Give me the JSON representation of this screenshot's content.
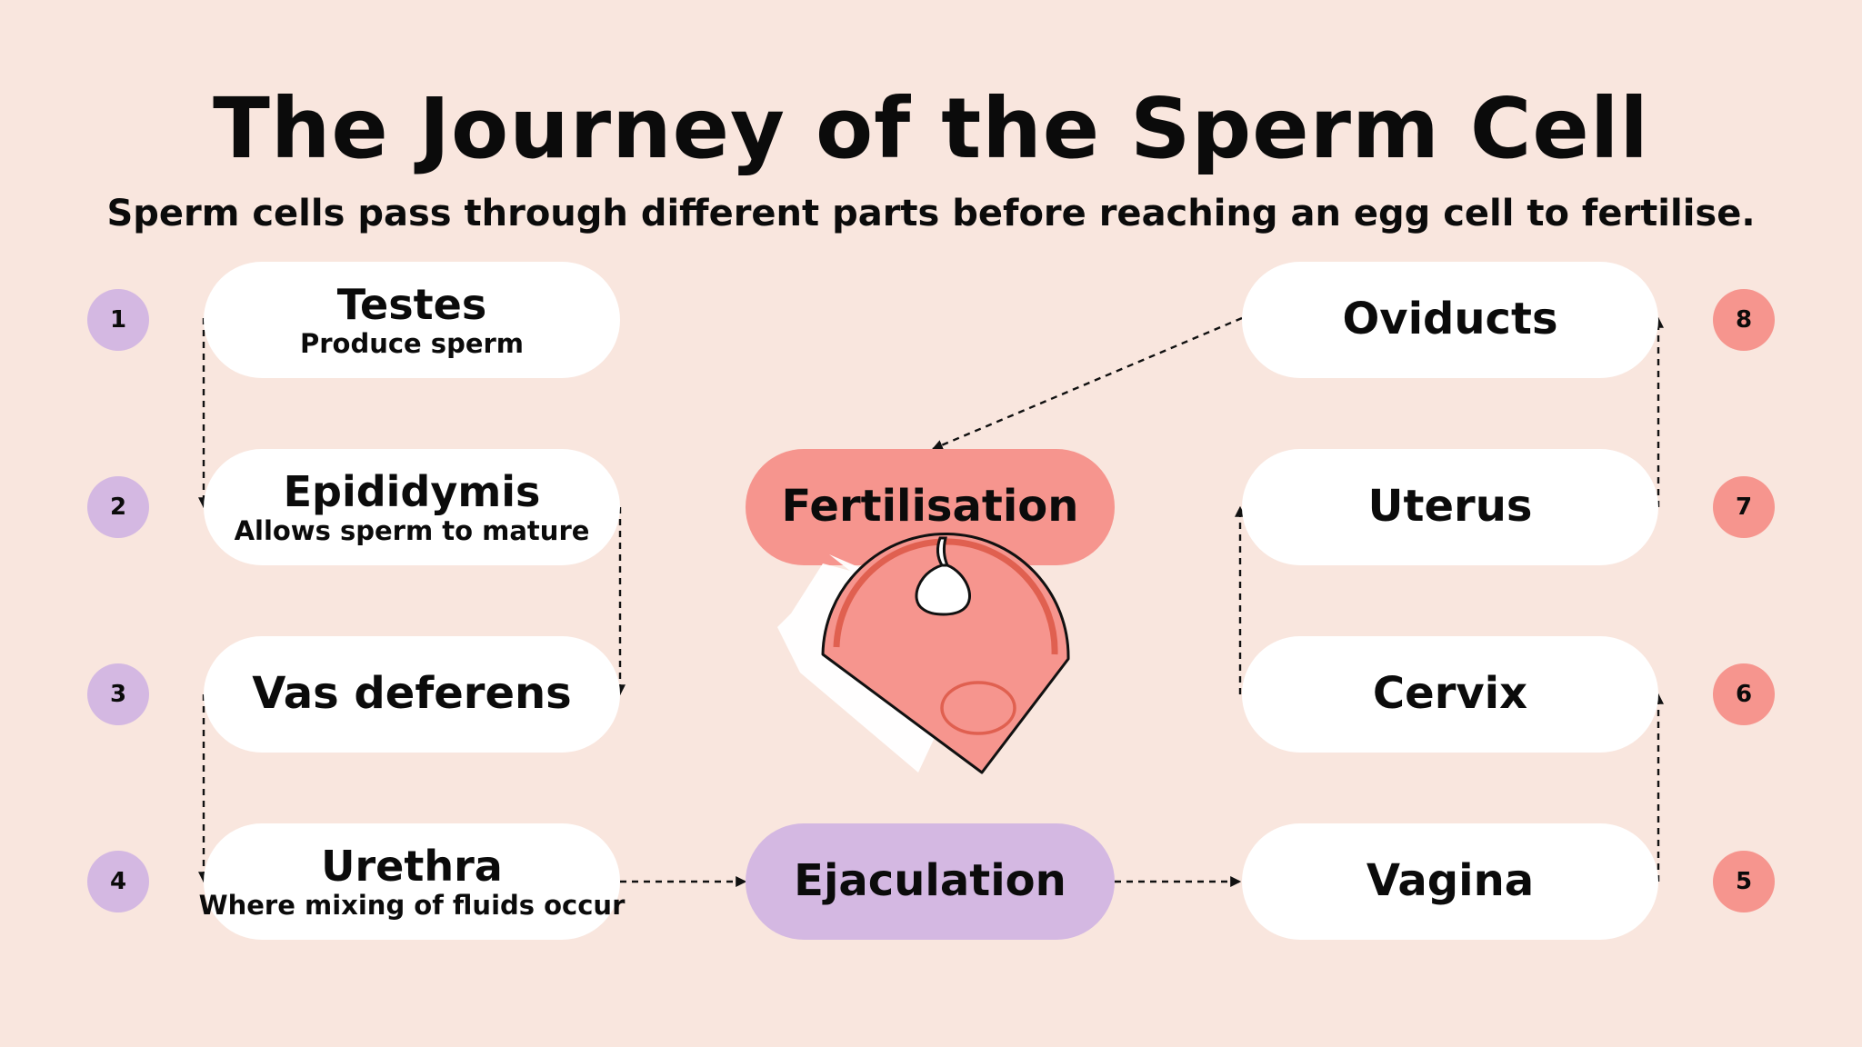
{
  "title": "The Journey of the Sperm Cell",
  "subtitle": "Sperm cells pass through different parts before reaching an egg cell to fertilise.",
  "colors": {
    "background": "#f9e6de",
    "node": "#ffffff",
    "purple": "#d4b8e2",
    "red": "#f6958e",
    "illustration_red": "#e06050"
  },
  "left_steps": [
    {
      "number": "1",
      "name": "Testes",
      "desc": "Produce sperm"
    },
    {
      "number": "2",
      "name": "Epididymis",
      "desc": "Allows sperm to mature"
    },
    {
      "number": "3",
      "name": "Vas deferens",
      "desc": ""
    },
    {
      "number": "4",
      "name": "Urethra",
      "desc": "Where mixing of fluids occur"
    }
  ],
  "right_steps": [
    {
      "number": "8",
      "name": "Oviducts"
    },
    {
      "number": "7",
      "name": "Uterus"
    },
    {
      "number": "6",
      "name": "Cervix"
    },
    {
      "number": "5",
      "name": "Vagina"
    }
  ],
  "center": {
    "fertilisation": "Fertilisation",
    "ejaculation": "Ejaculation"
  },
  "illustration_icon": "sperm-meets-egg-icon"
}
